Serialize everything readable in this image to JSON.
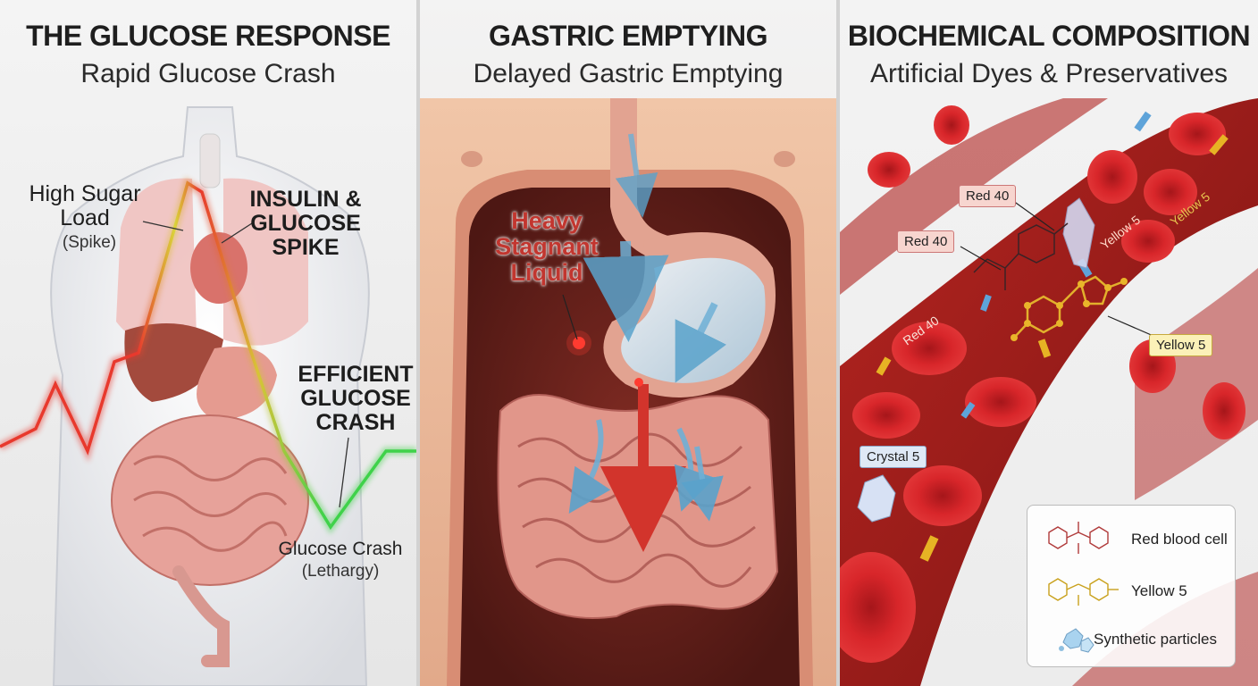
{
  "panels": [
    {
      "title": "THE GLUCOSE RESPONSE",
      "subtitle": "Rapid Glucose Crash",
      "labels": {
        "high_sugar_load": "High Sugar Load",
        "spike": "(Spike)",
        "insulin_spike": "INSULIN & GLUCOSE SPIKE",
        "efficient_crash": "EFFICIENT GLUCOSE CRASH",
        "glucose_crash": "Glucose Crash",
        "lethargy": "(Lethargy)"
      }
    },
    {
      "title": "GASTRIC EMPTYING",
      "subtitle": "Delayed Gastric Emptying",
      "labels": {
        "heavy_stagnant_liquid": "Heavy Stagnant Liquid"
      }
    },
    {
      "title": "BIOCHEMICAL COMPOSITION",
      "subtitle": "Artificial Dyes & Preservatives",
      "tags": {
        "red40_a": "Red 40",
        "red40_b": "Red 40",
        "red40_c": "Red 40",
        "yellow5_a": "Yellow 5",
        "yellow5_b": "Yellow 5",
        "yellow5_c": "Yellow 5",
        "crystal5": "Crystal 5"
      },
      "legend": [
        {
          "label": "Red blood cell"
        },
        {
          "label": "Yellow 5"
        },
        {
          "label": "Synthetic particles"
        }
      ]
    }
  ],
  "colors": {
    "glucose_red": "#e8392d",
    "glucose_green": "#3fd24a",
    "tissue_pink": "#e9a7a0",
    "blood_red": "#b8201f",
    "dye_yellow": "#e7b324",
    "flow_blue": "#6fb0d6"
  }
}
